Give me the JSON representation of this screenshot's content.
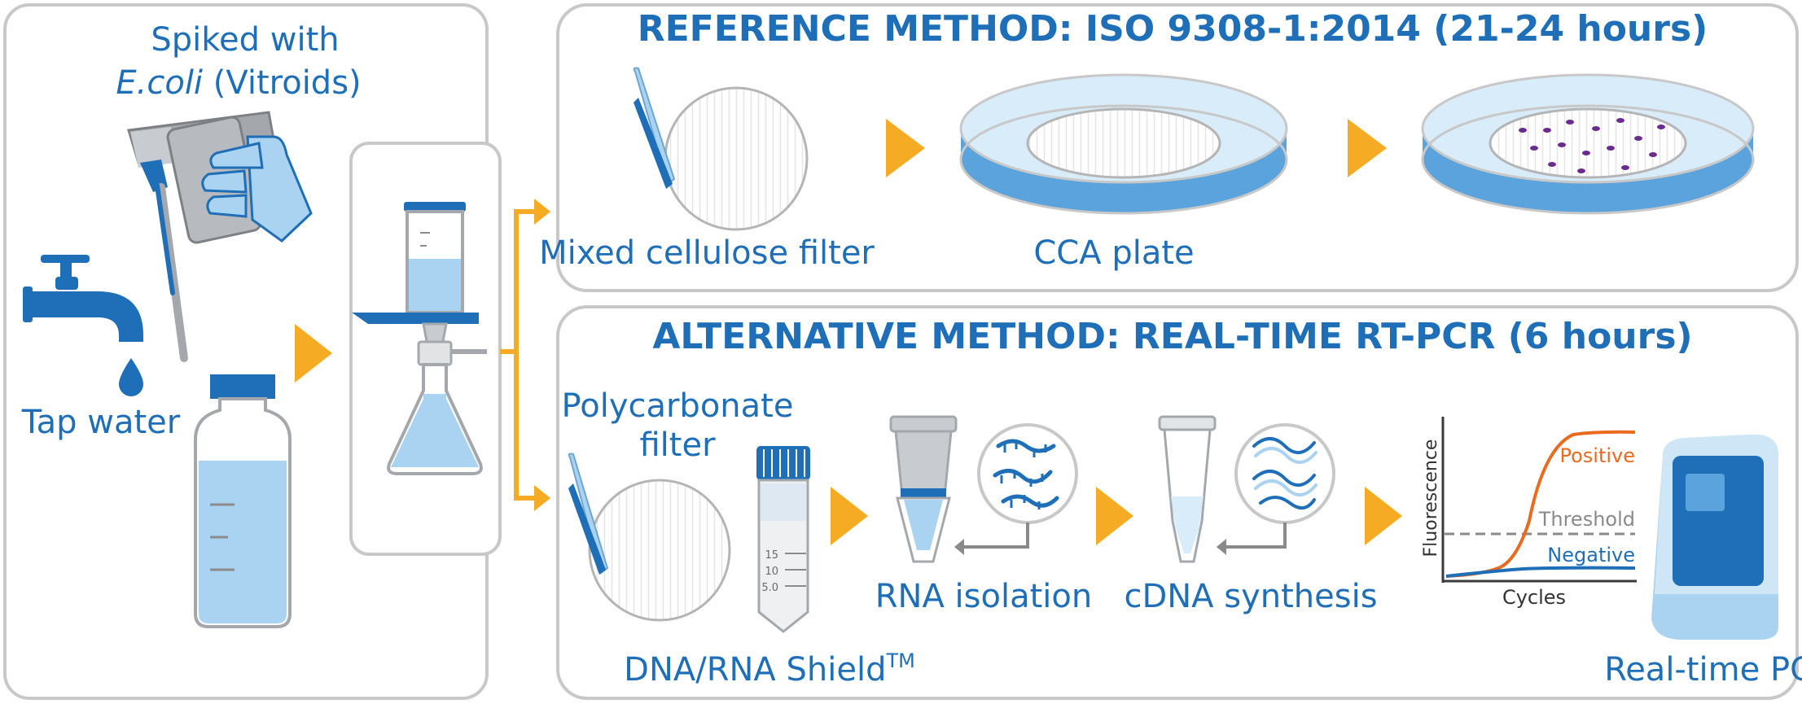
{
  "left_panel": {
    "spiked_line1": "Spiked with",
    "spiked_italic": "E.coli",
    "spiked_rest": " (Vitroids)",
    "tap_water": "Tap water"
  },
  "reference": {
    "title": "REFERENCE METHOD: ISO 9308-1:2014 (21-24 hours)",
    "filter_label": "Mixed cellulose filter",
    "plate_label": "CCA plate"
  },
  "alternative": {
    "title": "ALTERNATIVE METHOD: REAL-TIME RT-PCR (6 hours)",
    "filter_line1": "Polycarbonate",
    "filter_line2": "filter",
    "shield_label": "DNA/RNA Shield",
    "shield_sup": "TM",
    "tube_marks": [
      "15",
      "10",
      "5.0"
    ],
    "rna_label": "RNA isolation",
    "cdna_label": "cDNA synthesis",
    "pcr_label": "Real-time PCR"
  },
  "pcr_chart": {
    "ylabel": "Fluorescence",
    "xlabel": "Cycles",
    "positive": "Positive",
    "threshold": "Threshold",
    "negative": "Negative"
  },
  "colors": {
    "blue": "#1e6fb8",
    "light_blue": "#a9d3f0",
    "orange_arrow": "#f5ab24",
    "positive": "#ea6a1f",
    "threshold": "#8a8a8a",
    "panel_border": "#c8c8c8",
    "colony": "#6b2a8f"
  }
}
